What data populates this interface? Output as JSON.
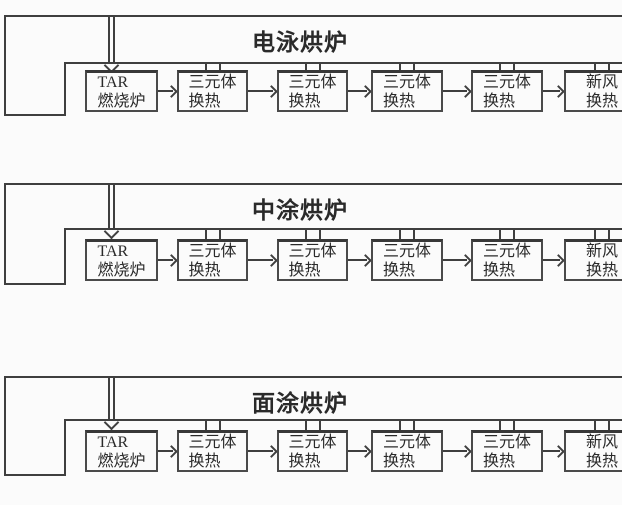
{
  "colors": {
    "line": "#3f3f3f",
    "text": "#2a2a2a",
    "background": "#fbfbfb"
  },
  "sections": [
    {
      "title": "电泳烘炉",
      "boxes": [
        {
          "lines": [
            "TAR",
            "燃烧炉"
          ]
        },
        {
          "lines": [
            "三元体",
            "换热"
          ]
        },
        {
          "lines": [
            "三元体",
            "换热"
          ]
        },
        {
          "lines": [
            "三元体",
            "换热"
          ]
        },
        {
          "lines": [
            "三元体",
            "换热"
          ]
        },
        {
          "lines": [
            "新风",
            "换热"
          ]
        }
      ]
    },
    {
      "title": "中涂烘炉",
      "boxes": [
        {
          "lines": [
            "TAR",
            "燃烧炉"
          ]
        },
        {
          "lines": [
            "三元体",
            "换热"
          ]
        },
        {
          "lines": [
            "三元体",
            "换热"
          ]
        },
        {
          "lines": [
            "三元体",
            "换热"
          ]
        },
        {
          "lines": [
            "三元体",
            "换热"
          ]
        },
        {
          "lines": [
            "新风",
            "换热"
          ]
        }
      ]
    },
    {
      "title": "面涂烘炉",
      "boxes": [
        {
          "lines": [
            "TAR",
            "燃烧炉"
          ]
        },
        {
          "lines": [
            "三元体",
            "换热"
          ]
        },
        {
          "lines": [
            "三元体",
            "换热"
          ]
        },
        {
          "lines": [
            "三元体",
            "换热"
          ]
        },
        {
          "lines": [
            "三元体",
            "换热"
          ]
        },
        {
          "lines": [
            "新风",
            "换热"
          ]
        }
      ]
    }
  ]
}
